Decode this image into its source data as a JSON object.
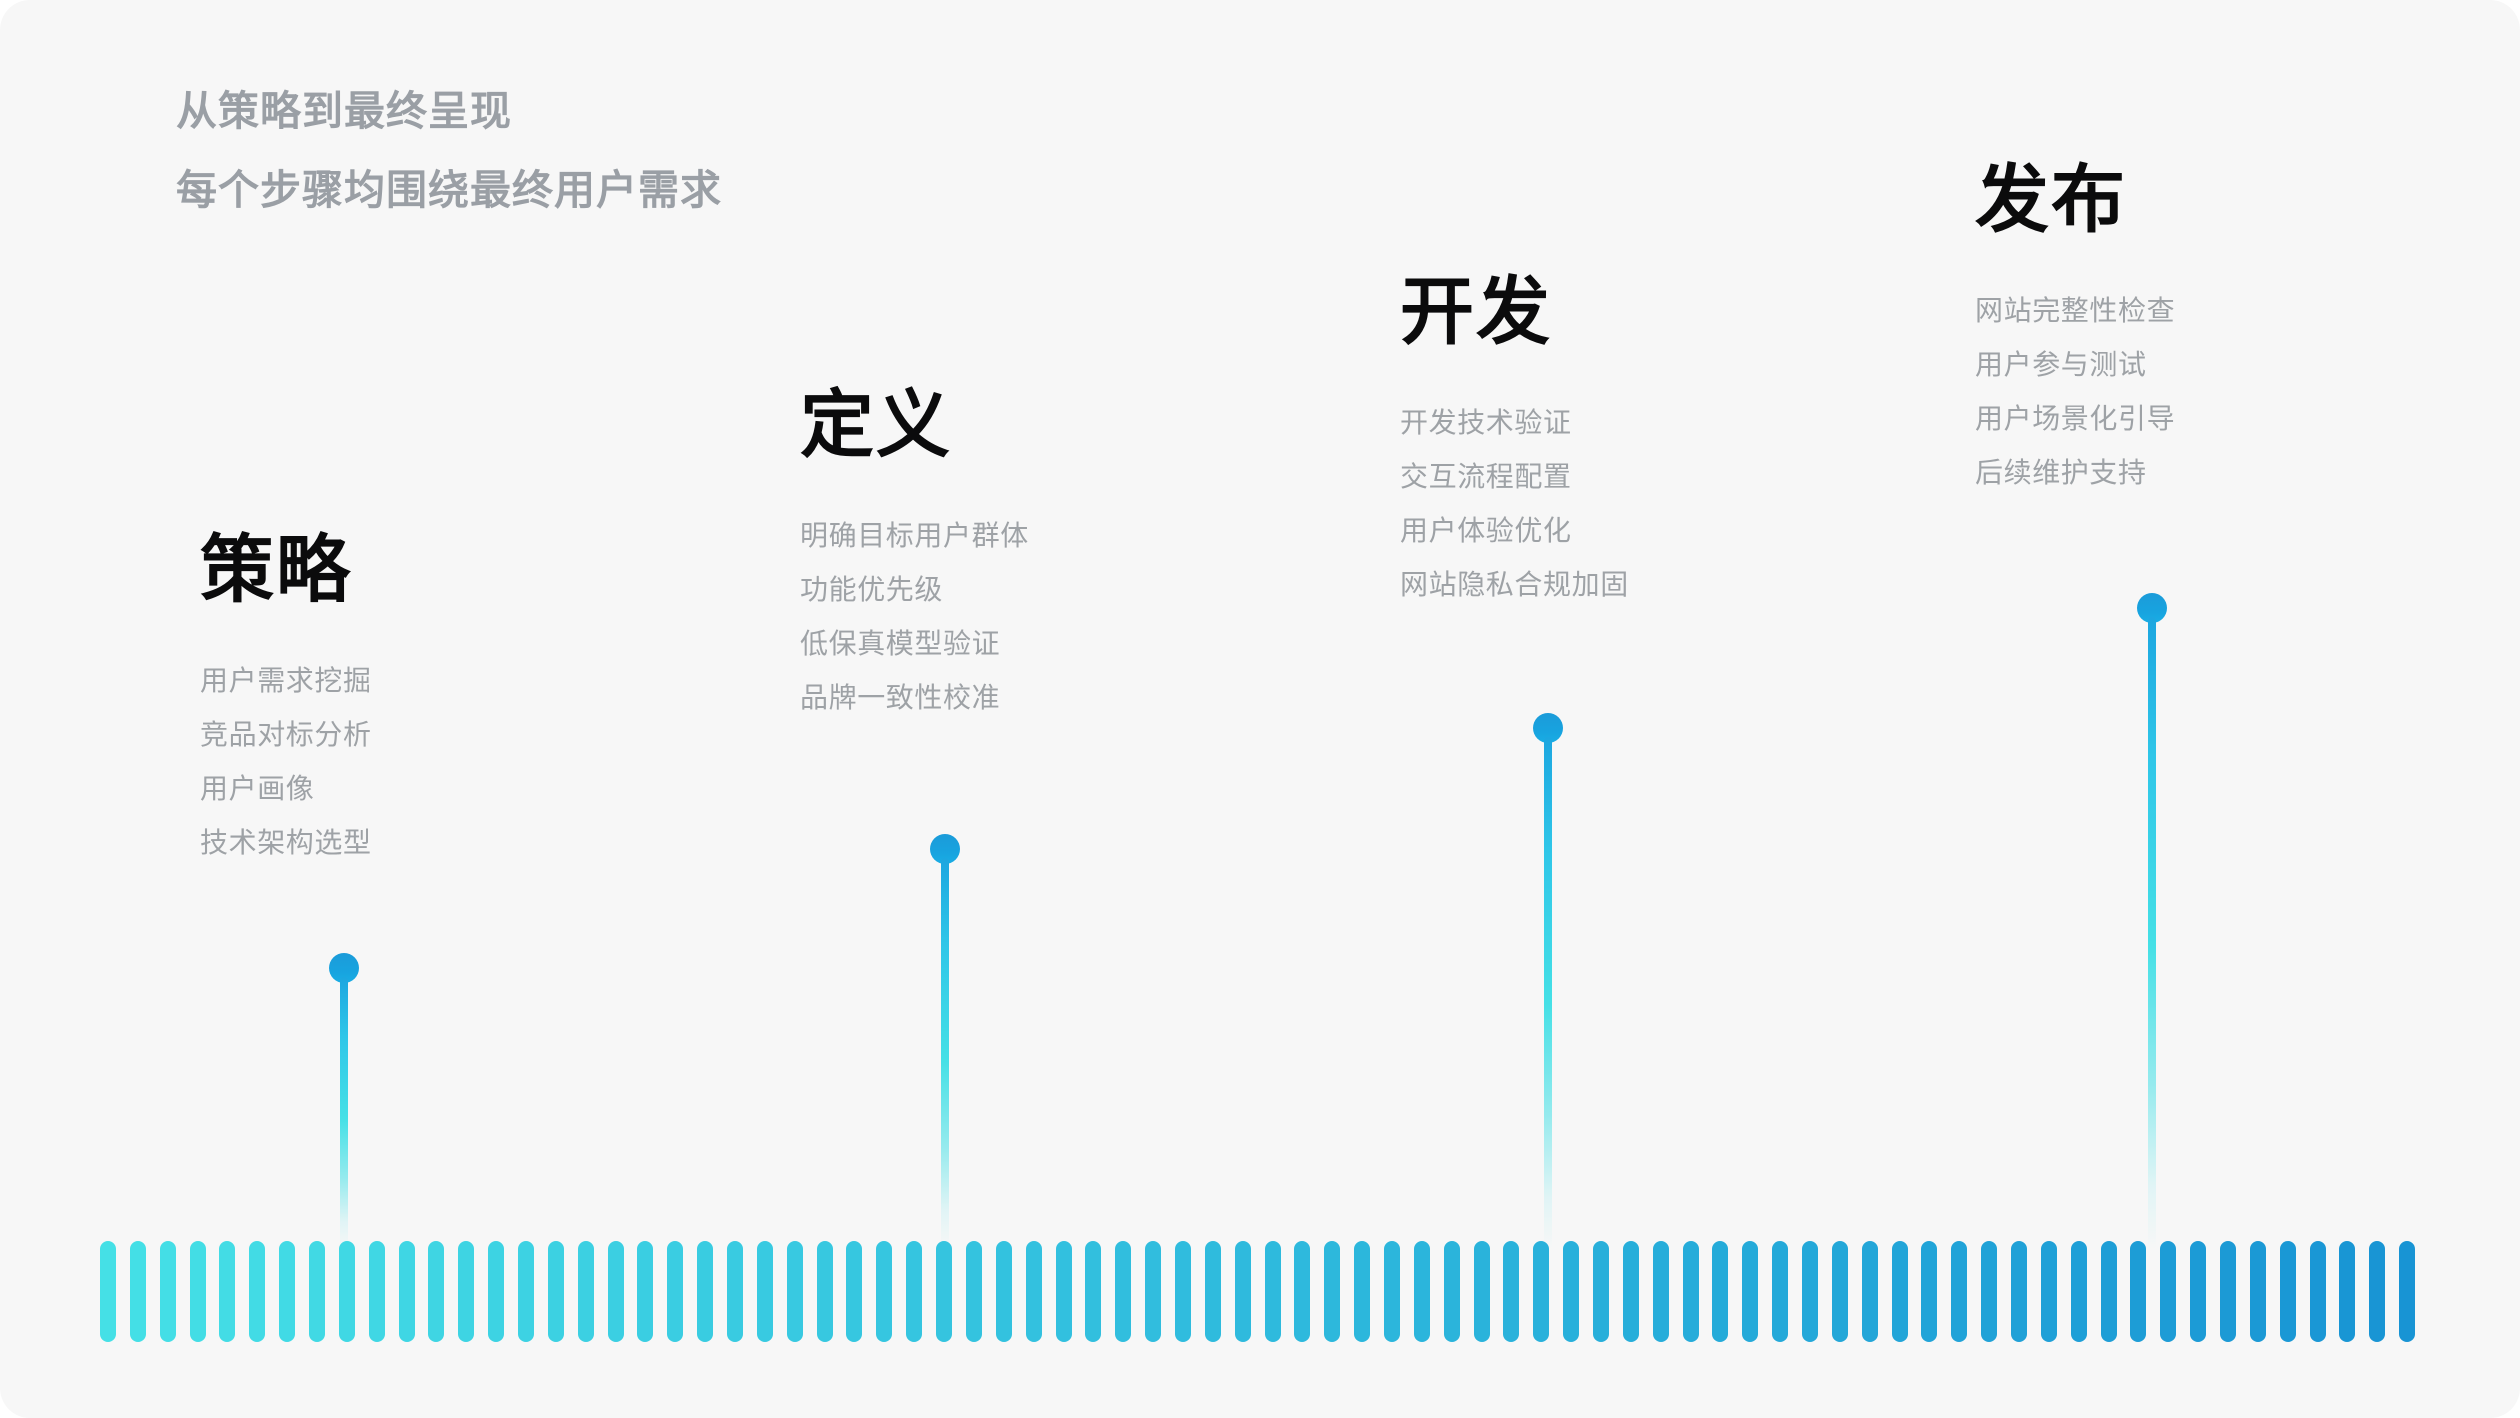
{
  "header": {
    "line1": "从策略到最终呈现",
    "line2": "每个步骤均围绕最终用户需求"
  },
  "stages": [
    {
      "id": "strategy",
      "title": "策略",
      "items": [
        "用户需求挖掘",
        "竞品对标分析",
        "用户画像",
        "技术架构选型"
      ]
    },
    {
      "id": "define",
      "title": "定义",
      "items": [
        "明确目标用户群体",
        "功能优先级",
        "低保真模型验证",
        "品牌一致性校准"
      ]
    },
    {
      "id": "develop",
      "title": "开发",
      "items": [
        "开发技术验证",
        "交互流程配置",
        "用户体验优化",
        "网站隐私合规加固"
      ]
    },
    {
      "id": "launch",
      "title": "发布",
      "items": [
        "网站完整性检查",
        "用户参与测试",
        "用户场景化引导",
        "后续维护支持"
      ]
    }
  ],
  "colors": {
    "background": "#F7F7F7",
    "page": "#FFFFFF",
    "header_text": "#9A9FA5",
    "stage_title": "#0B0B0C",
    "stage_item": "#9EA2A6",
    "accent_start": "#45E0E6",
    "accent_end": "#1894D4",
    "marker": "#1B9BD9"
  },
  "stripe_bar": {
    "count": 78,
    "gradient_from": "#45E0E6",
    "gradient_to": "#1894D4"
  }
}
